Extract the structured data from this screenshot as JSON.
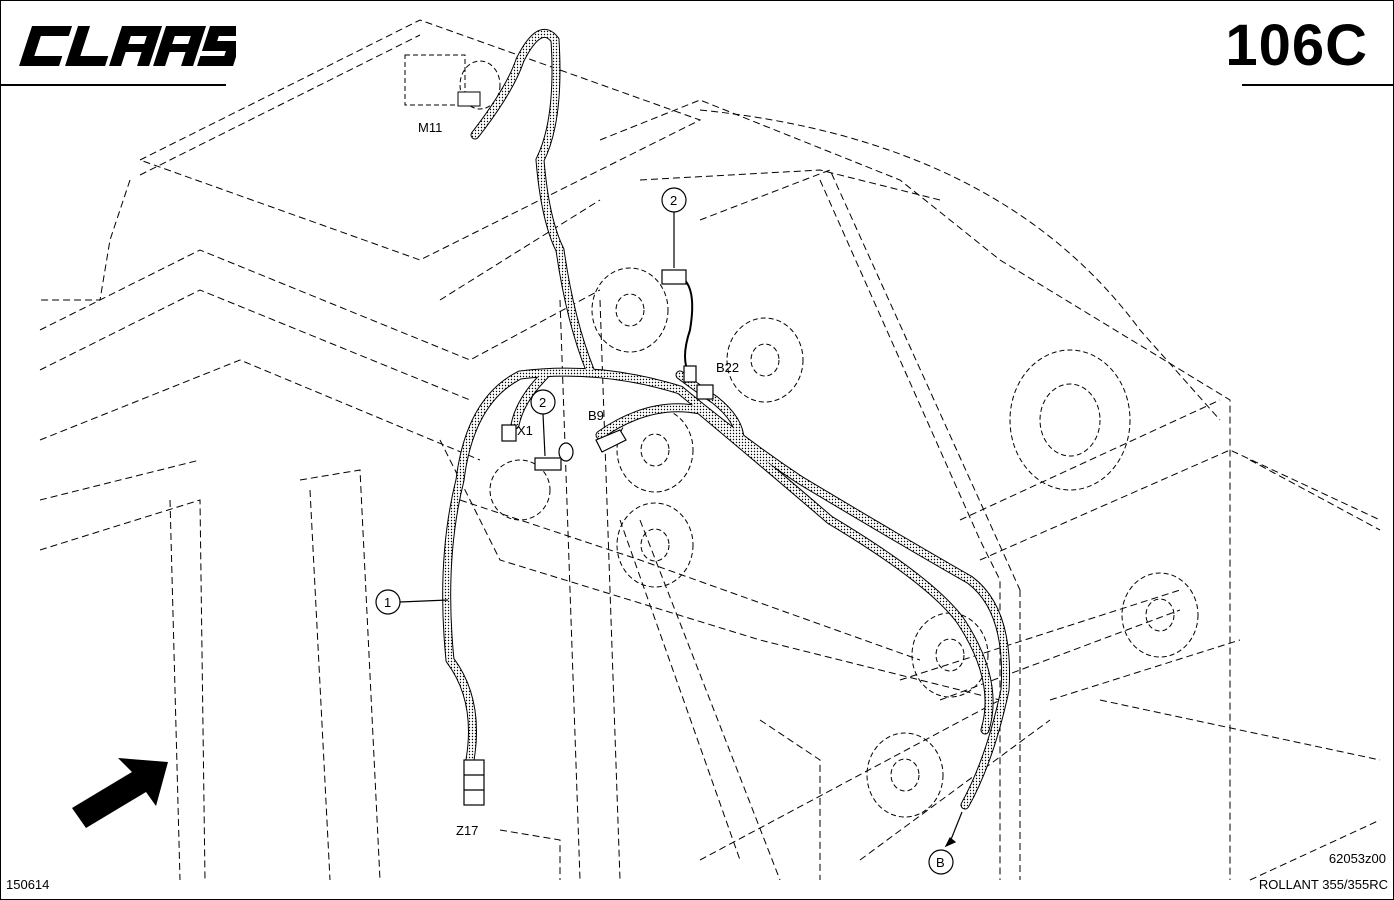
{
  "header": {
    "brand": "CLAAS",
    "page_number": "106C"
  },
  "labels": {
    "m11": "M11",
    "b22": "B22",
    "b9": "B9",
    "x1": "X1",
    "z17": "Z17"
  },
  "callouts": {
    "harness": "1",
    "bracket_top": "2",
    "bracket_left": "2",
    "connection_b": "B"
  },
  "footer": {
    "date_code": "150614",
    "drawing_code": "62053z00",
    "model": "ROLLANT 355/355RC"
  }
}
